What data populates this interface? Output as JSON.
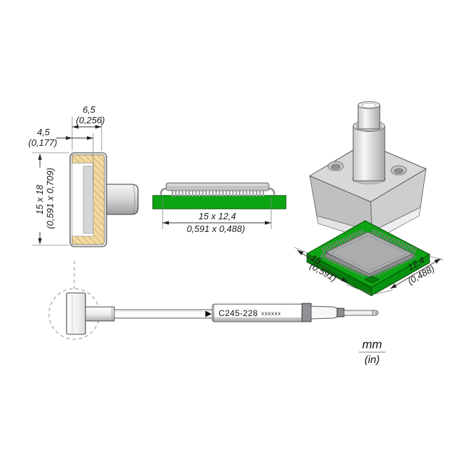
{
  "drawing": {
    "cross_section": {
      "depth_total_mm": "6,5",
      "depth_total_in": "(0,256)",
      "depth_inner_mm": "4,5",
      "depth_inner_in": "(0,177)",
      "face_mm": "15 x 18",
      "face_in": "(0,591 x 0,709)"
    },
    "component_side": {
      "size_mm": "15 x 12,4",
      "size_in": "0,591 x 0,488)"
    },
    "component_iso": {
      "width_mm": "15",
      "width_in": "(0,591)",
      "depth_mm": "12,4",
      "depth_in": "(0,488)"
    },
    "cartridge": {
      "model": "C245-228",
      "code": "xxxxxx"
    },
    "legend": {
      "metric": "mm",
      "imperial": "(in)"
    },
    "colors": {
      "pcb_green": "#0CA413",
      "pcb_green_dark": "#077D0C",
      "copper_hatch_fill": "#F2DA9E",
      "metal_light": "#E9EAEB",
      "outline": "#3A3A3A"
    }
  }
}
